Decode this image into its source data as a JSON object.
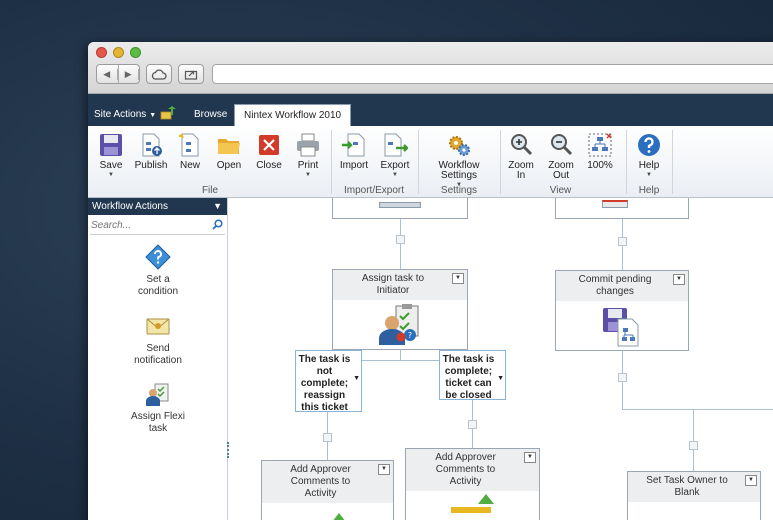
{
  "header": {
    "site_actions": "Site Actions",
    "tab_browse": "Browse",
    "tab_nintex": "Nintex Workflow 2010"
  },
  "ribbon": {
    "buttons": {
      "save": "Save",
      "publish": "Publish",
      "new": "New",
      "open": "Open",
      "close": "Close",
      "print": "Print",
      "import": "Import",
      "export": "Export",
      "workflow_settings": "Workflow Settings",
      "zoom_in_1": "Zoom",
      "zoom_in_2": "In",
      "zoom_out_1": "Zoom",
      "zoom_out_2": "Out",
      "zoom_100": "100%",
      "help": "Help"
    },
    "groups": {
      "file": "File",
      "import_export": "Import/Export",
      "settings": "Settings",
      "view": "View",
      "help": "Help"
    }
  },
  "left_panel": {
    "title": "Workflow Actions",
    "search_placeholder": "Search...",
    "actions": [
      {
        "line1": "Set a",
        "line2": "condition",
        "icon": "question-icon"
      },
      {
        "line1": "Send",
        "line2": "notification",
        "icon": "envelope-icon"
      },
      {
        "line1": "Assign Flexi",
        "line2": "task",
        "icon": "flexi-task-icon"
      }
    ]
  },
  "canvas": {
    "assign_task": {
      "line1": "Assign task to",
      "line2": "Initiator"
    },
    "commit_pending": {
      "line1": "Commit pending",
      "line2": "changes"
    },
    "branch_not_complete": {
      "line1": "The task is",
      "line2": "not",
      "line3": "complete;",
      "line4": "reassign",
      "line5": "this ticket"
    },
    "branch_complete": {
      "line1": "The task is",
      "line2": "complete;",
      "line3": "ticket can",
      "line4": "be closed"
    },
    "approver_1": {
      "line1": "Add Approver",
      "line2": "Comments to",
      "line3": "Activity"
    },
    "approver_2": {
      "line1": "Add Approver",
      "line2": "Comments to",
      "line3": "Activity"
    },
    "set_task_owner": {
      "line1": "Set Task Owner to",
      "line2": "Blank"
    }
  },
  "colors": {
    "desktop_bg": "#1e3045",
    "sp_header": "#21374f",
    "connector": "#a9bfd3",
    "branch_border": "#88b4d8"
  }
}
